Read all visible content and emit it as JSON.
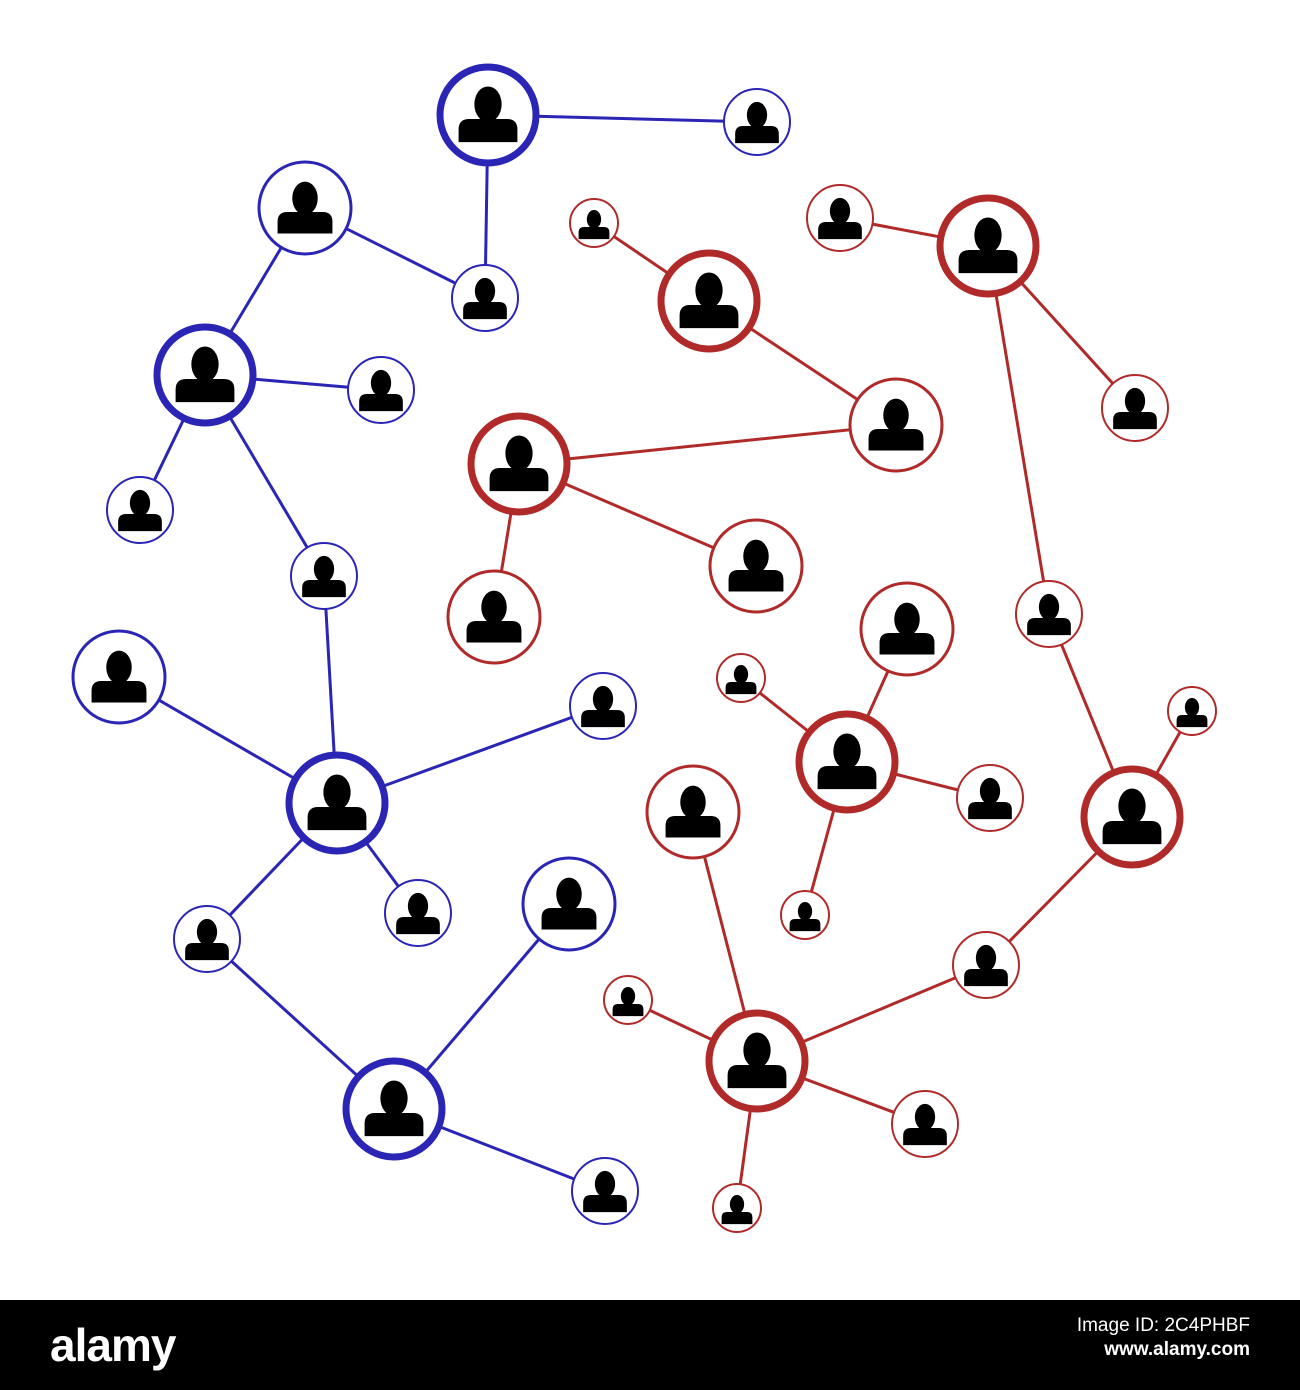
{
  "colors": {
    "blue": "#2b25b5",
    "red": "#b02a2a",
    "icon": "#000000",
    "background": "#ffffff",
    "footer": "#000000"
  },
  "icon_name": "person-icon",
  "groups": {
    "blue": {
      "nodes": [
        {
          "id": "b1",
          "size": "large"
        },
        {
          "id": "b2",
          "size": "small"
        },
        {
          "id": "b3",
          "size": "medium"
        },
        {
          "id": "b4",
          "size": "small"
        },
        {
          "id": "b5",
          "size": "large"
        },
        {
          "id": "b6",
          "size": "small"
        },
        {
          "id": "b7",
          "size": "small"
        },
        {
          "id": "b8",
          "size": "small"
        },
        {
          "id": "b9",
          "size": "medium"
        },
        {
          "id": "b10",
          "size": "small"
        },
        {
          "id": "b11",
          "size": "large"
        },
        {
          "id": "b12",
          "size": "small"
        },
        {
          "id": "b13",
          "size": "small"
        },
        {
          "id": "b14",
          "size": "medium"
        },
        {
          "id": "b15",
          "size": "large"
        },
        {
          "id": "b16",
          "size": "small"
        }
      ],
      "edges": [
        [
          "b1",
          "b2"
        ],
        [
          "b1",
          "b4"
        ],
        [
          "b3",
          "b4"
        ],
        [
          "b3",
          "b5"
        ],
        [
          "b5",
          "b6"
        ],
        [
          "b5",
          "b7"
        ],
        [
          "b5",
          "b8"
        ],
        [
          "b8",
          "b11"
        ],
        [
          "b9",
          "b11"
        ],
        [
          "b10",
          "b11"
        ],
        [
          "b11",
          "b12"
        ],
        [
          "b11",
          "b13"
        ],
        [
          "b13",
          "b15"
        ],
        [
          "b14",
          "b15"
        ],
        [
          "b15",
          "b16"
        ]
      ]
    },
    "red": {
      "nodes": [
        {
          "id": "r1",
          "size": "tiny"
        },
        {
          "id": "r2",
          "size": "large"
        },
        {
          "id": "r3",
          "size": "small"
        },
        {
          "id": "r4",
          "size": "large"
        },
        {
          "id": "r5",
          "size": "medium"
        },
        {
          "id": "r6",
          "size": "small"
        },
        {
          "id": "r7",
          "size": "large"
        },
        {
          "id": "r8",
          "size": "medium"
        },
        {
          "id": "r9",
          "size": "medium"
        },
        {
          "id": "r10",
          "size": "small"
        },
        {
          "id": "r11",
          "size": "medium"
        },
        {
          "id": "r12",
          "size": "tiny"
        },
        {
          "id": "r13",
          "size": "large"
        },
        {
          "id": "r14",
          "size": "small"
        },
        {
          "id": "r15",
          "size": "tiny"
        },
        {
          "id": "r16",
          "size": "medium"
        },
        {
          "id": "r17",
          "size": "tiny"
        },
        {
          "id": "r18",
          "size": "large"
        },
        {
          "id": "r19",
          "size": "small"
        },
        {
          "id": "r20",
          "size": "tiny"
        },
        {
          "id": "r21",
          "size": "large"
        },
        {
          "id": "r22",
          "size": "small"
        },
        {
          "id": "r23",
          "size": "tiny"
        }
      ],
      "edges": [
        [
          "r1",
          "r2"
        ],
        [
          "r2",
          "r5"
        ],
        [
          "r3",
          "r4"
        ],
        [
          "r4",
          "r6"
        ],
        [
          "r4",
          "r10"
        ],
        [
          "r7",
          "r5"
        ],
        [
          "r7",
          "r8"
        ],
        [
          "r7",
          "r9"
        ],
        [
          "r10",
          "r18"
        ],
        [
          "r12",
          "r13"
        ],
        [
          "r11",
          "r13"
        ],
        [
          "r13",
          "r14"
        ],
        [
          "r13",
          "r15"
        ],
        [
          "r17",
          "r18"
        ],
        [
          "r18",
          "r19"
        ],
        [
          "r16",
          "r21"
        ],
        [
          "r19",
          "r21"
        ],
        [
          "r20",
          "r21"
        ],
        [
          "r21",
          "r22"
        ],
        [
          "r21",
          "r23"
        ]
      ]
    }
  },
  "footer": {
    "brand": "alamy",
    "image_id": "Image ID: 2C4PHBF",
    "url": "www.alamy.com"
  }
}
